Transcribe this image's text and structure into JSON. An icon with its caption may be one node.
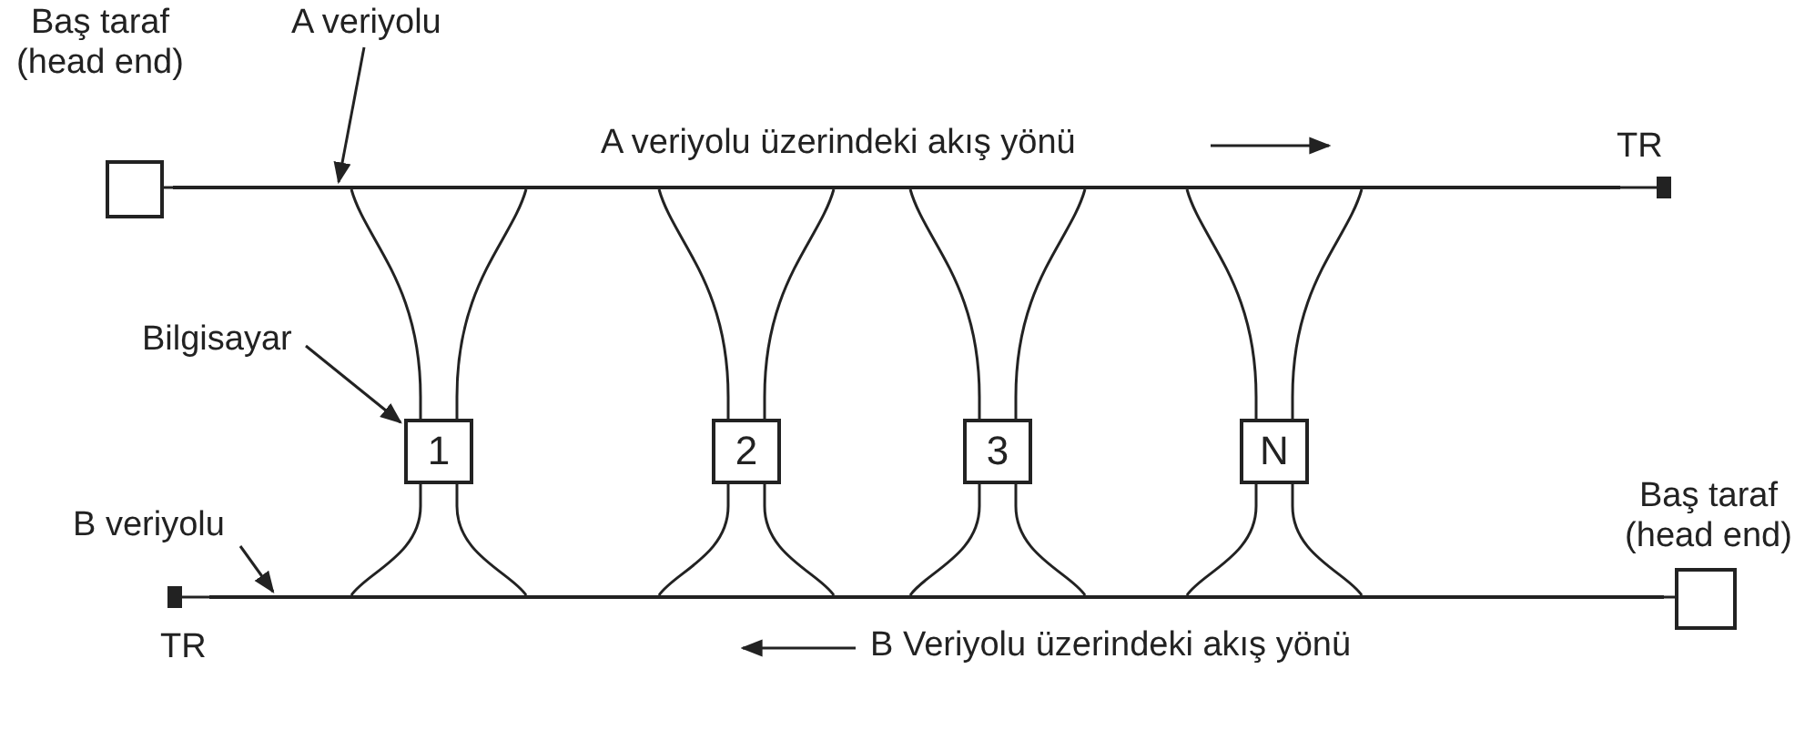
{
  "diagram": {
    "nodes": [
      {
        "text": [
          "Baş taraf (head end)"
        ]
      },
      {
        "text": [
          "A veriyolu"
        ]
      },
      {
        "text": [],
        "shape": "bar"
      },
      {
        "text": [
          "TR"
        ]
      },
      {
        "text": [
          "Bilgisayar"
        ]
      },
      {
        "text": [
          "1"
        ]
      },
      {
        "text": [
          "2"
        ]
      },
      {
        "text": [
          "3"
        ]
      },
      {
        "text": [
          "N"
        ]
      },
      {
        "text": [
          "B veriyolu"
        ]
      },
      {
        "text": [],
        "shape": "bar"
      },
      {
        "text": [
          "Baş taraf (head end)"
        ]
      },
      {
        "text": [
          "TR"
        ]
      }
    ],
    "edges": [
      {
        "from": 0,
        "to": 2,
        "arrow": "none"
      },
      {
        "from": 2,
        "to": 3,
        "arrow": "none"
      },
      {
        "from": 1,
        "to": 2,
        "arrow": "to"
      },
      {
        "from": 4,
        "to": 5,
        "arrow": "to"
      },
      {
        "from": 5,
        "to": 2,
        "arrow": "none"
      },
      {
        "from": 6,
        "to": 2,
        "arrow": "none"
      },
      {
        "from": 7,
        "to": 2,
        "arrow": "none"
      },
      {
        "from": 8,
        "to": 2,
        "arrow": "none"
      },
      {
        "from": 5,
        "to": 10,
        "arrow": "none"
      },
      {
        "from": 6,
        "to": 10,
        "arrow": "none"
      },
      {
        "from": 7,
        "to": 10,
        "arrow": "none"
      },
      {
        "from": 8,
        "to": 10,
        "arrow": "none"
      },
      {
        "from": 9,
        "to": 10,
        "arrow": "to"
      },
      {
        "from": 12,
        "to": 10,
        "arrow": "none"
      },
      {
        "from": 10,
        "to": 11,
        "arrow": "none"
      }
    ],
    "labels": [
      "A veriyolu üzerindeki akış yönü",
      "B Veriyolu üzerindeki akış yönü"
    ]
  }
}
